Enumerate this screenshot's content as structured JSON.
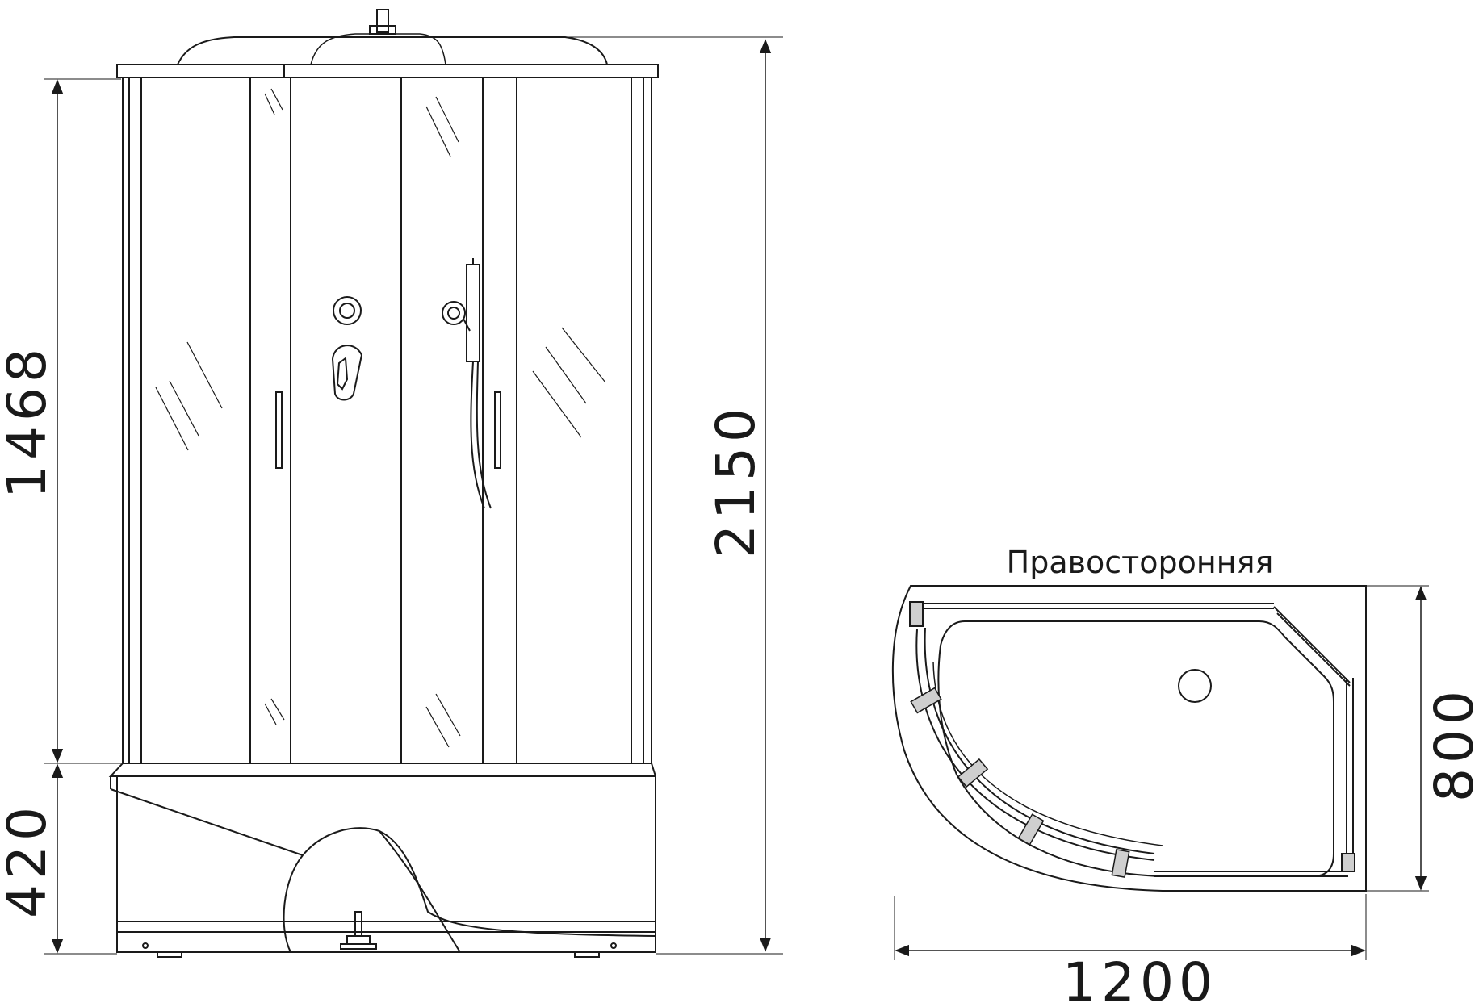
{
  "front_view": {
    "dimensions": {
      "glass_height": "1468",
      "tray_height": "420",
      "total_height": "2150"
    }
  },
  "plan_view": {
    "caption": "Правосторонняя",
    "dimensions": {
      "width": "1200",
      "depth": "800"
    }
  }
}
